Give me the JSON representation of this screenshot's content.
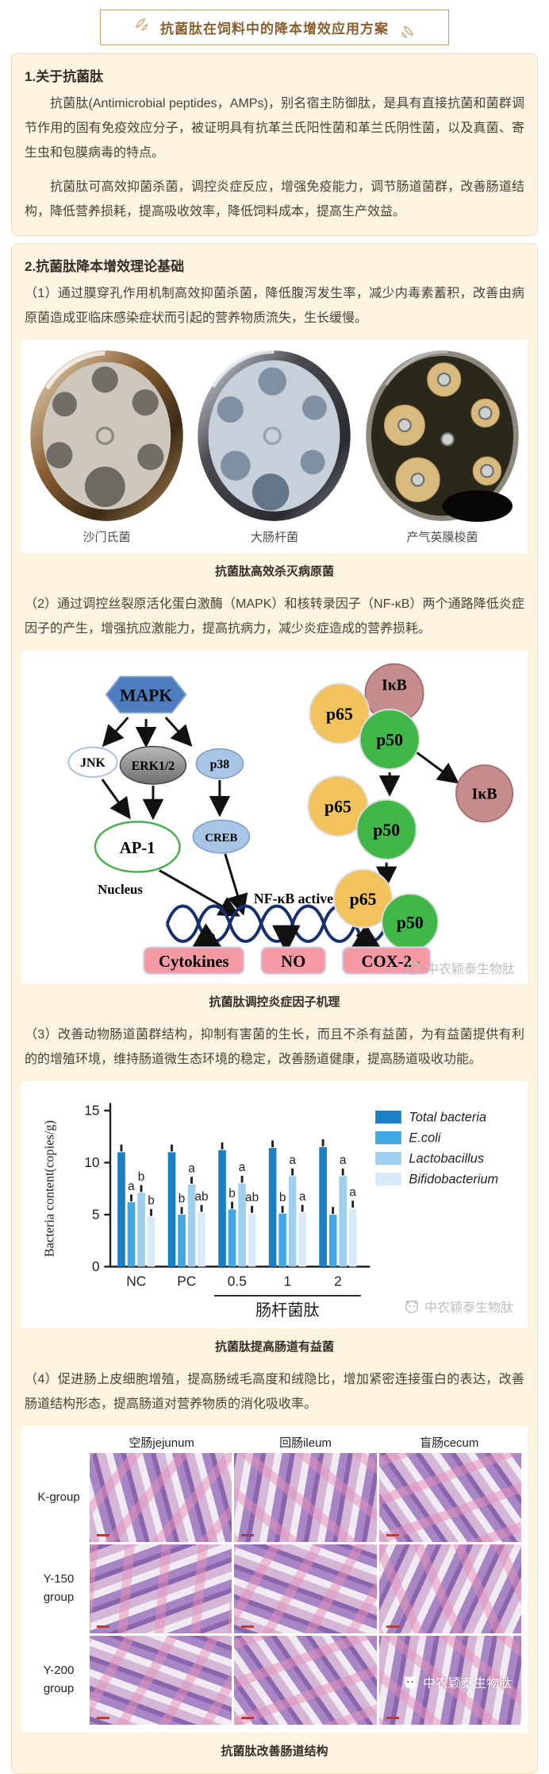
{
  "header": {
    "title": "抗菌肽在饲料中的降本增效应用方案"
  },
  "section1": {
    "heading": "1.关于抗菌肽",
    "para1": "抗菌肽(Antimicrobial peptides，AMPs)，别名宿主防御肽，是具有直接抗菌和菌群调节作用的固有免疫效应分子，被证明具有抗革兰氏阳性菌和革兰氏阴性菌，以及真菌、寄生虫和包膜病毒的特点。",
    "para2": "抗菌肽可高效抑菌杀菌，调控炎症反应，增强免疫能力，调节肠道菌群，改善肠道结构，降低营养损耗，提高吸收效率，降低饲料成本，提高生产效益。"
  },
  "section2": {
    "heading": "2.抗菌肽降本增效理论基础",
    "item1": "（1）通过膜穿孔作用机制高效抑菌杀菌，降低腹泻发生率，减少内毒素蓄积，改善由病原菌造成亚临床感染症状而引起的营养物质流失，生长缓慢。",
    "fig1": {
      "labels": [
        "沙门氏菌",
        "大肠杆菌",
        "产气英膜梭菌"
      ],
      "caption": "抗菌肽高效杀灭病原菌"
    },
    "item2": "（2）通过调控丝裂原活化蛋白激酶（MAPK）和核转录因子（NF-κB）两个通路降低炎症因子的产生，增强抗应激能力，提高抗病力，减少炎症造成的营养损耗。",
    "fig2": {
      "caption": "抗菌肽调控炎症因子机理",
      "nodes": {
        "mapk": "MAPK",
        "jnk": "JNK",
        "erk": "ERK1/2",
        "p38": "p38",
        "ap1": "AP-1",
        "creb": "CREB",
        "nucleus": "Nucleus",
        "p65": "p65",
        "p50": "p50",
        "ikb": "IκB",
        "nfkb_active": "NF-κB active",
        "cytokines": "Cytokines",
        "no": "NO",
        "cox2": "COX-2"
      },
      "watermark": "中农颖泰生物肽"
    },
    "item3": "（3）改善动物肠道菌群结构，抑制有害菌的生长，而且不杀有益菌，为有益菌提供有利的的增殖环境，维持肠道微生态环境的稳定，改善肠道健康，提高肠道吸收功能。",
    "fig3": {
      "caption": "抗菌肽提高肠道有益菌",
      "watermark": "中农颖泰生物肽"
    },
    "item4": "（4）促进肠上皮细胞增殖，提高肠绒毛高度和绒隐比，增加紧密连接蛋白的表达，改善肠道结构形态，提高肠道对营养物质的消化吸收率。",
    "fig4": {
      "caption": "抗菌肽改善肠道结构",
      "columns": [
        "空肠jejunum",
        "回肠ileum",
        "盲肠cecum"
      ],
      "rows": [
        "K-group",
        "Y-150\ngroup",
        "Y-200\ngroup"
      ],
      "watermark": "中农颖泰生物肽"
    }
  },
  "chart_data": {
    "type": "bar",
    "title": "",
    "xlabel": "",
    "ylabel": "Bacteria content(copies/g)",
    "ylim": [
      0,
      15
    ],
    "yticks": [
      0,
      5,
      10,
      15
    ],
    "grid": false,
    "legend_position": "upper right",
    "categories": [
      "NC",
      "PC",
      "0.5",
      "1",
      "2"
    ],
    "group_annotation": "肠杆菌肽",
    "group_annotation_span": [
      "0.5",
      "2"
    ],
    "series": [
      {
        "name": "Total bacteria",
        "color": "#1b7fc4",
        "values": [
          11.0,
          11.0,
          11.2,
          11.4,
          11.5
        ],
        "sig": [
          "",
          "",
          "",
          "",
          ""
        ]
      },
      {
        "name": "E.coli",
        "color": "#41a8e3",
        "values": [
          6.2,
          5.0,
          5.5,
          5.1,
          5.0
        ],
        "sig": [
          "a",
          "b",
          "b",
          "b",
          ""
        ]
      },
      {
        "name": "Lactobacillus",
        "color": "#9fcfef",
        "values": [
          7.1,
          7.9,
          8.0,
          8.7,
          8.7
        ],
        "sig": [
          "b",
          "a",
          "a",
          "a",
          "a"
        ]
      },
      {
        "name": "Bifidobacterium",
        "color": "#d8eaf8",
        "values": [
          4.8,
          5.2,
          5.1,
          5.2,
          5.6
        ],
        "sig": [
          "b",
          "ab",
          "ab",
          "a",
          "a"
        ]
      }
    ]
  }
}
